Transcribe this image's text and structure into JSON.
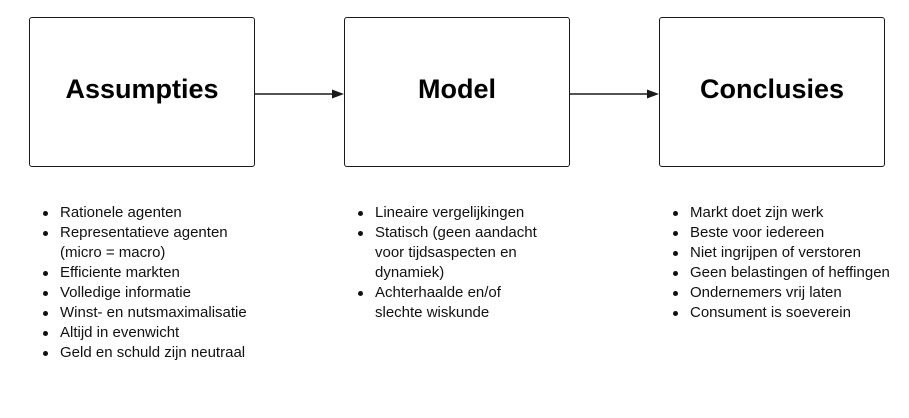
{
  "boxes": {
    "assumpties": "Assumpties",
    "model": "Model",
    "conclusies": "Conclusies"
  },
  "lists": {
    "assumpties": [
      "Rationele agenten",
      "Representatieve agenten (micro = macro)",
      "Efficiente markten",
      "Volledige informatie",
      "Winst- en nutsmaximalisatie",
      "Altijd in evenwicht",
      "Geld en schuld zijn neutraal"
    ],
    "model": [
      "Lineaire vergelijkingen",
      "Statisch (geen aandacht voor tijdsaspecten en dynamiek)",
      "Achterhaalde en/of slechte wiskunde"
    ],
    "conclusies": [
      "Markt doet zijn werk",
      "Beste voor iedereen",
      "Niet ingrijpen of verstoren",
      "Geen belastingen of heffingen",
      "Ondernemers vrij laten",
      "Consument is soeverein"
    ]
  },
  "colors": {
    "stroke": "#1a1a1a",
    "text": "#111111",
    "background": "#ffffff"
  }
}
